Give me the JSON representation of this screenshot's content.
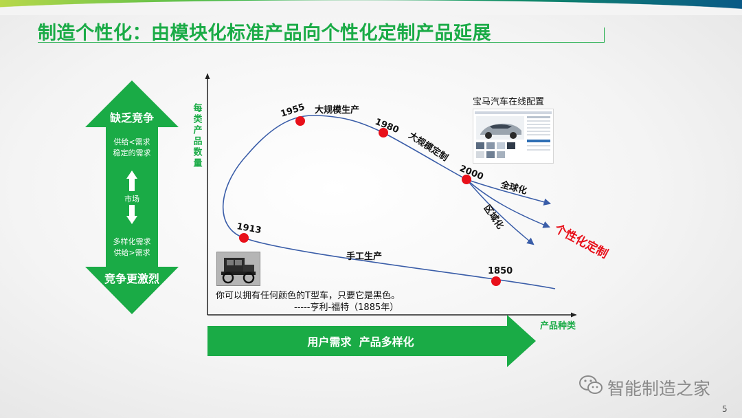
{
  "title": "制造个性化：由模块化标准产品向个性化定制产品延展",
  "left_panel": {
    "top_label": "缺乏竞争",
    "top_sub_1": "供给<需求",
    "top_sub_2": "稳定的需求",
    "middle_label": "市场",
    "bottom_sub_1": "多样化需求",
    "bottom_sub_2": "供给>需求",
    "bottom_label": "竞争更激烈"
  },
  "axes": {
    "y_label": "每类产品数量",
    "x_label": "产品种类"
  },
  "points": {
    "p1955": "1955",
    "p1980": "1980",
    "p2000": "2000",
    "p1913": "1913",
    "p1850": "1850"
  },
  "stages": {
    "mass_production": "大规模生产",
    "mass_customization": "大规模定制",
    "globalization": "全球化",
    "regionalization": "区域化",
    "personalization": "个性化定制",
    "handcraft": "手工生产"
  },
  "bmw_caption": "宝马汽车在线配置",
  "quote": {
    "line1": "你可以拥有任何颜色的T型车，只要它是黑色。",
    "line2": "-----亨利-福特（1885年）"
  },
  "bottom_arrow_label": "用户需求  产品多样化",
  "footer": "智能制造之家",
  "page_number": "5",
  "colors": {
    "brand_green": "#1aab46",
    "curve_blue": "#3a5da8",
    "point_red": "#e8101a",
    "personalization_red": "#e8101a"
  }
}
